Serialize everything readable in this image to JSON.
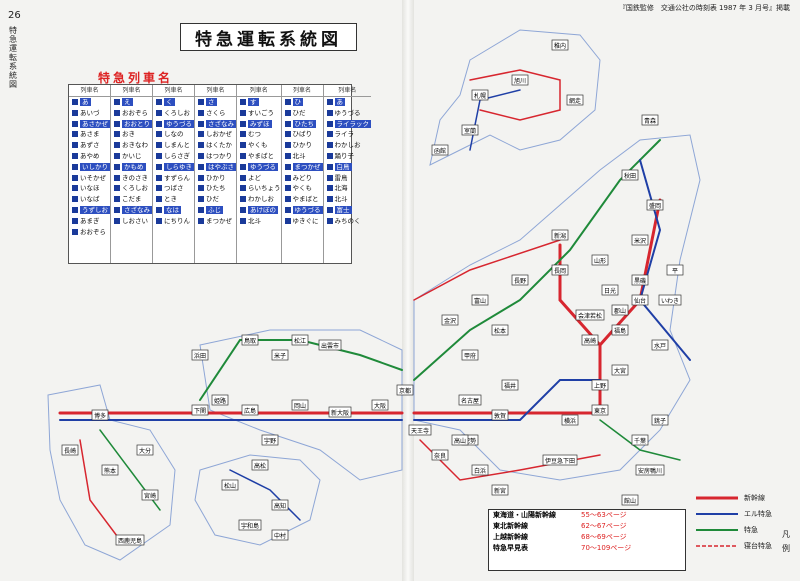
{
  "header": {
    "page_number": "26",
    "side_label": "特急運転系統図",
    "source_note": "『国鉄監修　交通公社の時刻表 1987 年 3 月号』掲載"
  },
  "title": "特急運転系統図",
  "train_names": {
    "heading": "特急列車名",
    "column_header": "列車名",
    "columns": [
      [
        "あ",
        "あいづ",
        "あさかぜ",
        "あさま",
        "あずさ",
        "あやめ",
        "いしかり",
        "いそかぜ",
        "いなほ",
        "いなば",
        "うずしお",
        "あまぎ",
        "おおぞら"
      ],
      [
        "え",
        "おおぞら",
        "おおとり",
        "おき",
        "おきなわ",
        "かいじ",
        "かもめ",
        "きのさき",
        "くろしお",
        "こだま",
        "さざなみ",
        "しおさい"
      ],
      [
        "く",
        "くろしお",
        "ゆうづる",
        "しなの",
        "しまんと",
        "しらさぎ",
        "しらゆき",
        "すずらん",
        "つばさ",
        "とき",
        "なは",
        "にちりん"
      ],
      [
        "さ",
        "さくら",
        "さざなみ",
        "しおかぜ",
        "はくたか",
        "はつかり",
        "はやぶさ",
        "ひかり",
        "ひたち",
        "ひだ",
        "ふじ",
        "まつかぜ"
      ],
      [
        "す",
        "すいごう",
        "みずほ",
        "むつ",
        "やくも",
        "やまばと",
        "ゆうづる",
        "よど",
        "らいちょう",
        "わかしお",
        "あけぼの",
        "北斗"
      ],
      [
        "ひ",
        "ひだ",
        "ひたち",
        "ひばり",
        "ひかり",
        "北斗",
        "まつかぜ",
        "みどり",
        "やくも",
        "やまばと",
        "ゆうづる",
        "ゆきぐに"
      ],
      [
        "あ",
        "ゆうづる",
        "ライラック",
        "ライラ",
        "わかしお",
        "踊り子",
        "白鳥",
        "雷鳥",
        "北海",
        "北斗",
        "富士",
        "みちのく"
      ]
    ]
  },
  "stations": [
    "稚内",
    "網走",
    "旭川",
    "札幌",
    "室蘭",
    "函館",
    "青森",
    "秋田",
    "盛岡",
    "仙台",
    "山形",
    "福島",
    "新潟",
    "長岡",
    "高崎",
    "上野",
    "大宮",
    "東京",
    "横浜",
    "名古屋",
    "金沢",
    "富山",
    "大阪",
    "京都",
    "新大阪",
    "岡山",
    "広島",
    "下関",
    "博多",
    "長崎",
    "熊本",
    "西鹿児島",
    "宮崎",
    "大分",
    "高松",
    "松山",
    "高知",
    "宇和島",
    "中村",
    "伊豆急下田",
    "千葉",
    "銚子",
    "安房鴨川",
    "鳥取",
    "松江",
    "出雲市",
    "米子",
    "浜田",
    "長野",
    "松本",
    "甲府",
    "水戸",
    "いわき",
    "平",
    "紀勢",
    "白浜",
    "新宮",
    "天王寺",
    "奈良",
    "高山",
    "姫路",
    "宇野",
    "米沢",
    "会津若松",
    "郡山",
    "黒磯",
    "日光",
    "館山",
    "敦賀",
    "福井"
  ],
  "legend": {
    "label": "凡例",
    "lines": [
      "新幹線",
      "エル特急",
      "特急",
      "寝台特急"
    ],
    "tables": [
      {
        "line": "東海道・山陽新幹線",
        "pages": "55〜63ページ"
      },
      {
        "line": "東北新幹線",
        "pages": "62〜67ページ"
      },
      {
        "line": "上越新幹線",
        "pages": "68〜69ページ"
      },
      {
        "line": "特急早見表",
        "pages": "70〜109ページ"
      }
    ]
  },
  "colors": {
    "shinkansen": "#d7262f",
    "l_tokkyu": "#1f3fa6",
    "tokkyu": "#1f8a3a",
    "sleeper": "#7a3fa0",
    "sea_outline": "#8ea6d6"
  }
}
